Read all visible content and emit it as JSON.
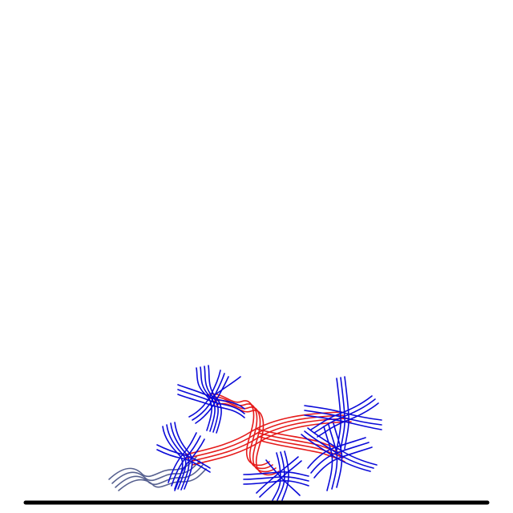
{
  "colors": {
    "background": "#ffffff",
    "star_arms": "#0a0ad8",
    "bridge_strands": "#e51a1a",
    "loose_strands": "#56608f",
    "baseline": "#000000"
  },
  "elements": {
    "star_clusters": 5,
    "bridge_bundles": 3,
    "loose_bundles": 1
  }
}
